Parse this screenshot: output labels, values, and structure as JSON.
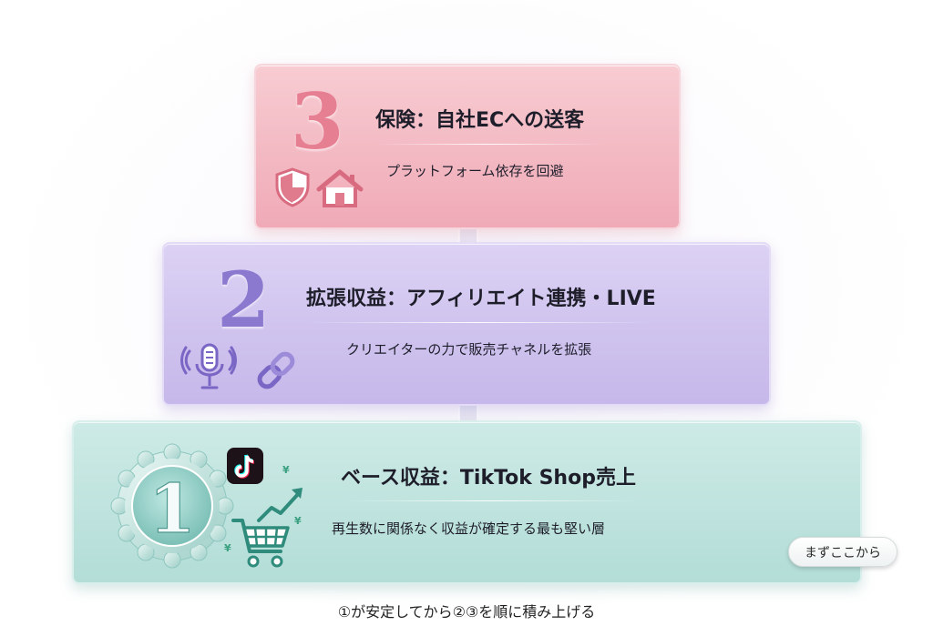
{
  "tiers": {
    "tier3": {
      "number": "3",
      "title": "保険：自社ECへの送客",
      "subtitle": "プラットフォーム依存を回避",
      "icons": [
        "shield-icon",
        "house-icon"
      ],
      "color": "#f3b9c3"
    },
    "tier2": {
      "number": "2",
      "title": "拡張収益：アフィリエイト連携・LIVE",
      "subtitle": "クリエイターの力で販売チャネルを拡張",
      "icons": [
        "microphone-icon",
        "link-icon"
      ],
      "color": "#cfc3ee"
    },
    "tier1": {
      "number": "1",
      "title": "ベース収益：TikTok Shop売上",
      "subtitle": "再生数に関係なく収益が確定する最も堅い層",
      "icons": [
        "medal-icon",
        "tiktok-icon",
        "shopping-cart-icon",
        "trend-up-icon",
        "yen-icon"
      ],
      "yen_symbol": "¥",
      "color": "#bfe3de"
    }
  },
  "start_button": {
    "label": "まずここから"
  },
  "footer": {
    "text": "①が安定してから②③を順に積み上げる"
  }
}
